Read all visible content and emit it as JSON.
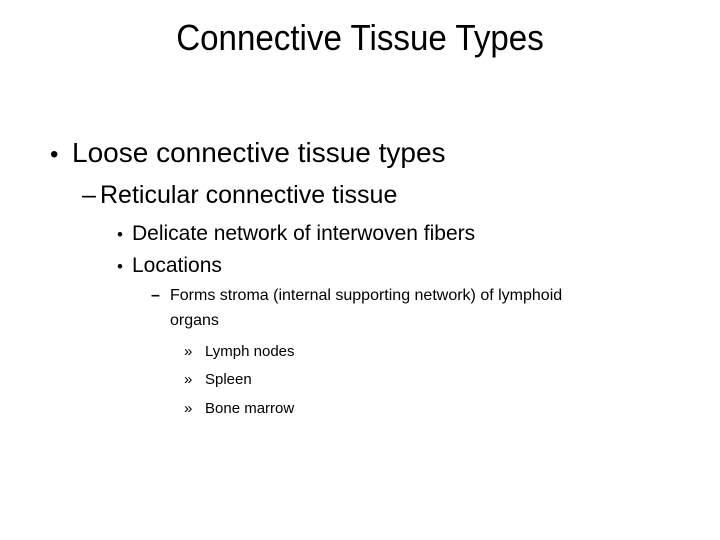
{
  "slide": {
    "title": "Connective Tissue Types",
    "bullets": [
      {
        "level": 1,
        "marker": "•",
        "text": "Loose connective tissue types"
      },
      {
        "level": 2,
        "marker": "–",
        "text": "Reticular connective tissue"
      },
      {
        "level": 3,
        "marker": "•",
        "text": "Delicate network of interwoven fibers"
      },
      {
        "level": 3,
        "marker": "•",
        "text": "Locations"
      },
      {
        "level": 4,
        "marker": "–",
        "text": "Forms stroma (internal supporting network) of lymphoid organs"
      },
      {
        "level": 5,
        "marker": "»",
        "text": "Lymph nodes"
      },
      {
        "level": 5,
        "marker": "»",
        "text": "Spleen"
      },
      {
        "level": 5,
        "marker": "»",
        "text": "Bone marrow"
      }
    ],
    "colors": {
      "background": "#ffffff",
      "text": "#000000"
    }
  }
}
